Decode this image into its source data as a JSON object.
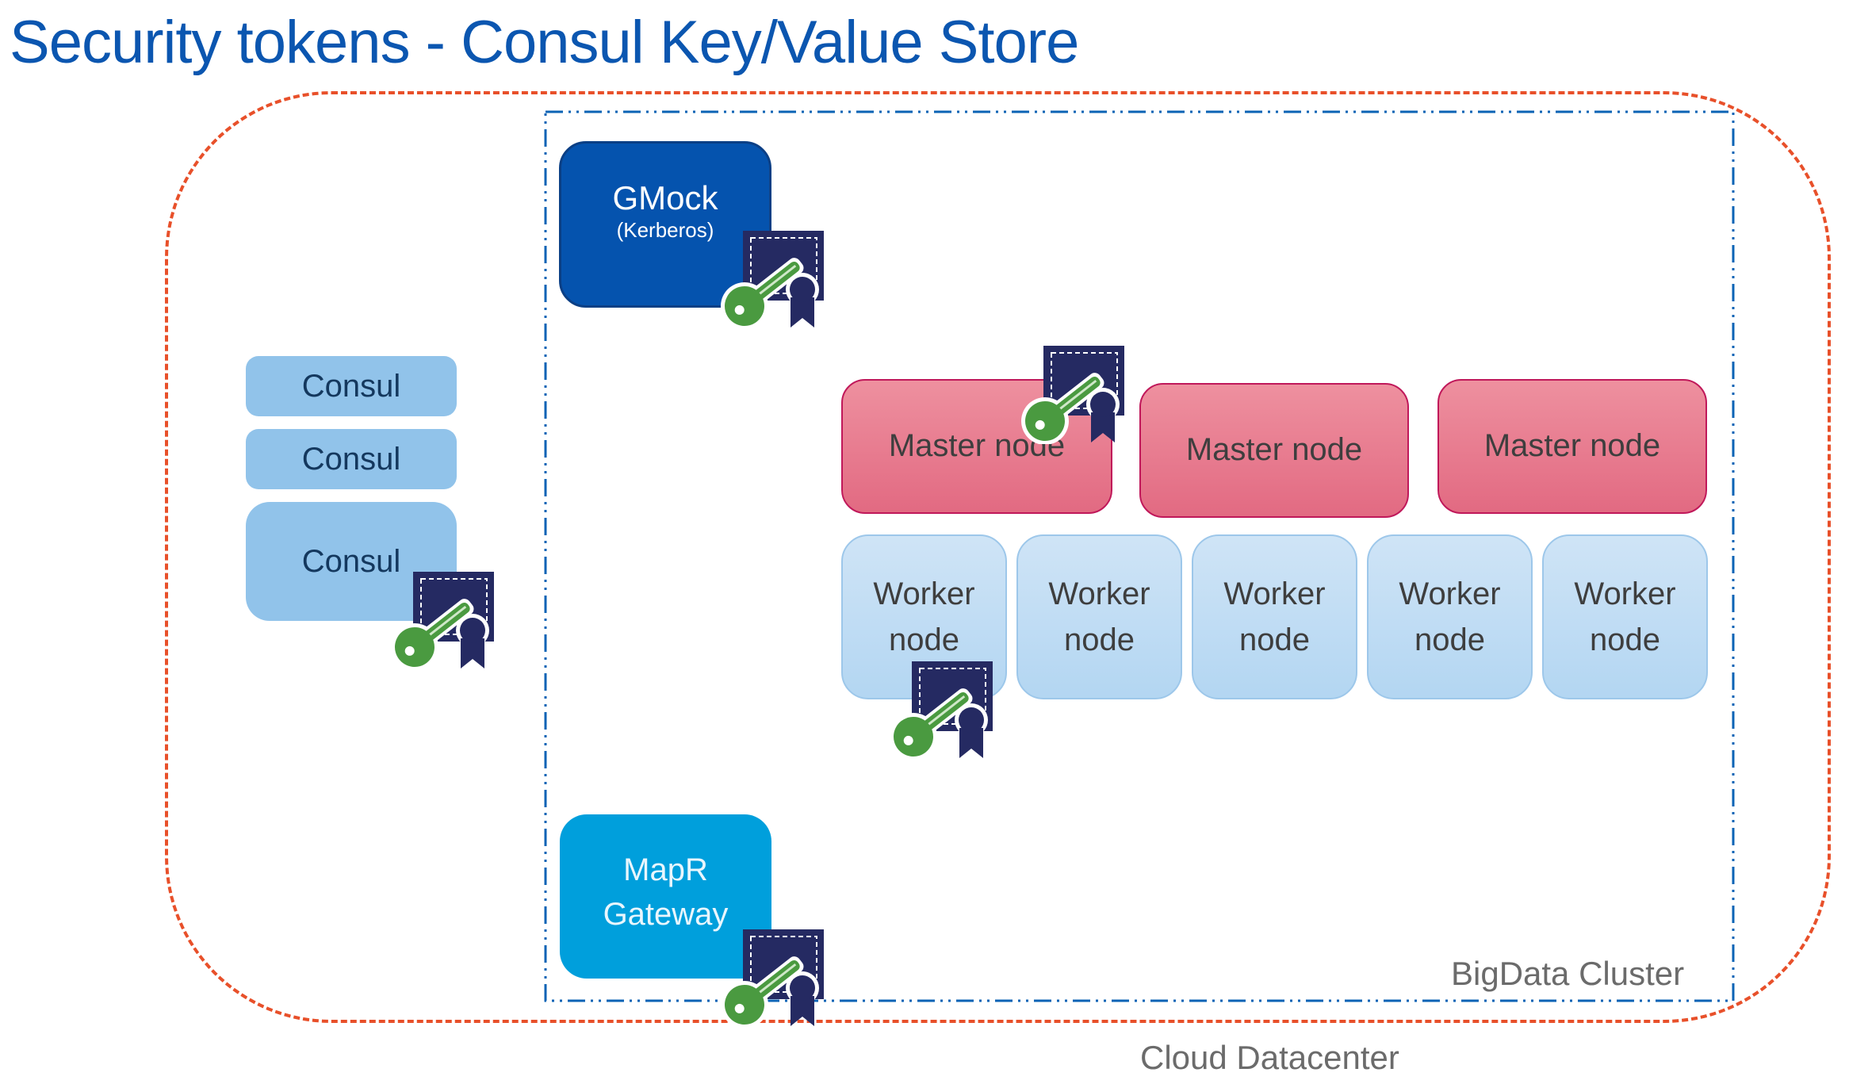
{
  "title": "Security tokens - Consul Key/Value Store",
  "datacenter": {
    "label": "Cloud Datacenter",
    "border_color": "#e8502a"
  },
  "cluster": {
    "label": "BigData Cluster",
    "border_color": "#0b63b5"
  },
  "consul_nodes": [
    {
      "label": "Consul",
      "has_token": false
    },
    {
      "label": "Consul",
      "has_token": false
    },
    {
      "label": "Consul",
      "has_token": true
    }
  ],
  "gmock": {
    "title": "GMock",
    "subtitle": "(Kerberos)",
    "has_token": true
  },
  "master_nodes": [
    {
      "label": "Master node",
      "has_token": true
    },
    {
      "label": "Master node",
      "has_token": false
    },
    {
      "label": "Master node",
      "has_token": false
    }
  ],
  "worker_nodes": [
    {
      "line1": "Worker",
      "line2": "node",
      "has_token": true
    },
    {
      "line1": "Worker",
      "line2": "node",
      "has_token": false
    },
    {
      "line1": "Worker",
      "line2": "node",
      "has_token": false
    },
    {
      "line1": "Worker",
      "line2": "node",
      "has_token": false
    },
    {
      "line1": "Worker",
      "line2": "node",
      "has_token": false
    }
  ],
  "mapr": {
    "line1": "MapR",
    "line2": "Gateway",
    "has_token": true
  },
  "icons": {
    "token": "key-certificate-icon"
  },
  "colors": {
    "title": "#0b56b0",
    "consul": "#91c3ea",
    "gmock": "#0553ae",
    "mapr": "#009fdc",
    "master": "#e8798e",
    "worker": "#c2ddf4",
    "cert": "#252a62",
    "key": "#4a9a40"
  }
}
